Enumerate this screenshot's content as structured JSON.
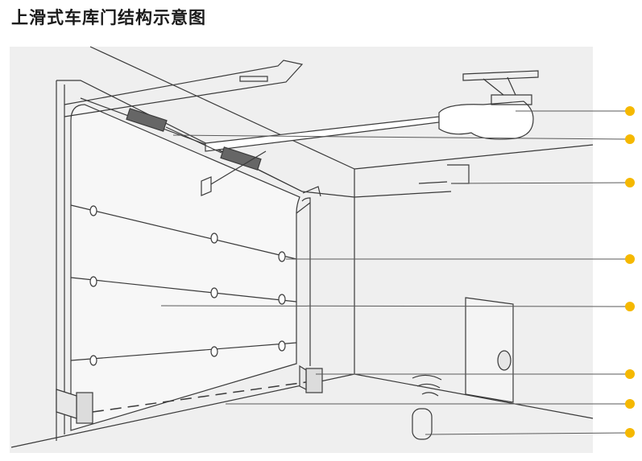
{
  "title": "上滑式车库门结构示意图",
  "colors": {
    "background_panel": "#efefef",
    "line": "#3a3a3a",
    "callout_line": "#5a5a5a",
    "callout_dot": "#f5b800"
  },
  "callouts": [
    {
      "id": "opener-motor"
    },
    {
      "id": "drive-rail"
    },
    {
      "id": "rail-bracket"
    },
    {
      "id": "door-roller"
    },
    {
      "id": "door-panel"
    },
    {
      "id": "safety-sensor"
    },
    {
      "id": "wall-button"
    },
    {
      "id": "remote-control"
    }
  ]
}
